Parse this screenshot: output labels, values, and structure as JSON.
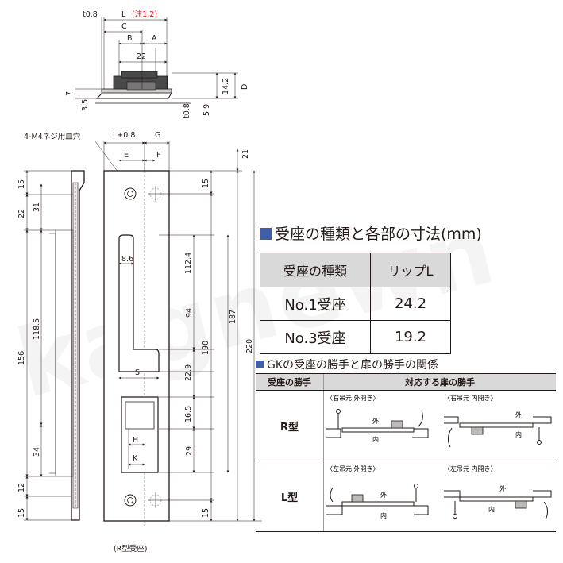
{
  "watermark": "kagnewn",
  "top_view": {
    "t1": "t0.8",
    "L": "L",
    "note": "(注1,2)",
    "C": "C",
    "B": "B",
    "A": "A",
    "w22": "22",
    "d7": "7",
    "d35": "3.5",
    "t2": "t0.8",
    "d59": "5.9",
    "d142": "14.2",
    "D": "D"
  },
  "front_view": {
    "screw_note": "4-M4ネジ用皿穴",
    "L08": "L+0.8",
    "G": "G",
    "E": "E",
    "F": "F",
    "d21": "21",
    "d15a": "15",
    "d15b": "15",
    "d22": "22",
    "d31": "31",
    "d86": "8.6",
    "d1124": "112.4",
    "d1185": "118.5",
    "d94": "94",
    "d187": "187",
    "d220": "220",
    "d156": "156",
    "d190": "190",
    "d229": "22.9",
    "S": "S",
    "d165": "16.5",
    "H": "H",
    "K": "K",
    "d34": "34",
    "d29": "29",
    "d12": "12",
    "d15c": "15",
    "d15d": "15",
    "caption": "(R型受座)"
  },
  "sizes": {
    "heading": "受座の種類と各部の寸法(mm)",
    "headers": [
      "受座の種類",
      "リップL"
    ],
    "rows": [
      {
        "type": "No.1受座",
        "lip": "24.2"
      },
      {
        "type": "No.3受座",
        "lip": "19.2"
      }
    ]
  },
  "hand": {
    "heading": "GKの受座の勝手と扉の勝手の関係",
    "headers": [
      "受座の勝手",
      "対応する扉の勝手"
    ],
    "rows": [
      {
        "type": "R型",
        "left_caption": "〈右吊元 外開き〉",
        "left_out": "外",
        "left_in": "内",
        "right_caption": "〈右吊元 内開き〉",
        "right_out": "外",
        "right_in": "内"
      },
      {
        "type": "L型",
        "left_caption": "〈左吊元 外開き〉",
        "left_out": "外",
        "left_in": "内",
        "right_caption": "〈左吊元 内開き〉",
        "right_out": "外",
        "right_in": "内"
      }
    ]
  }
}
